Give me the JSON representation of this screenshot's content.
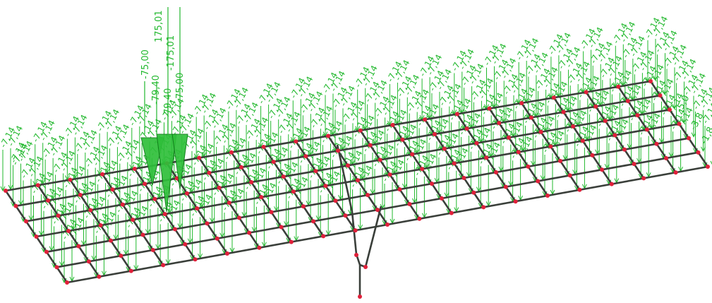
{
  "colors": {
    "background": "#ffffff",
    "beam": "#3a3f3a",
    "node": "#e0203a",
    "load": "#22b82e",
    "load_fill": "#2fbf3a",
    "load_dark": "#0e7a18"
  },
  "labels": {
    "spike_1": "175,01",
    "spike_2": "-175,01",
    "spike_3": "-75,00",
    "spike_4": "-79,40",
    "spike_5": "79,40",
    "spike_6": "75,00",
    "right_1": "-1,8",
    "right_2": "-3,8",
    "right_3": "-5,0",
    "left_1": "-7,14",
    "grid_value": "-7,14"
  }
}
